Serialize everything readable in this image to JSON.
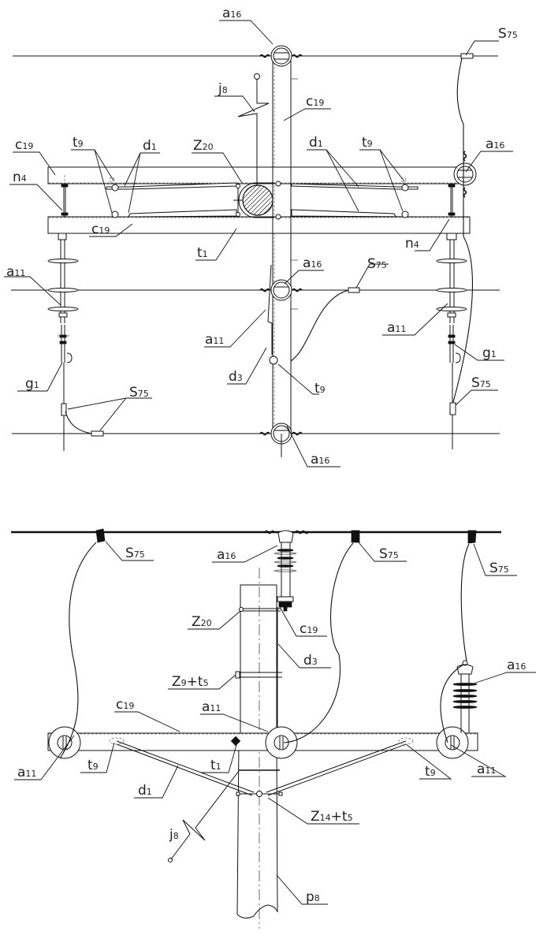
{
  "drawing": {
    "title": "Overhead line pole cross-arm assembly (plan view and elevation view)",
    "colors": {
      "line": "#111111",
      "background": "#ffffff",
      "hatch": "#111111"
    }
  },
  "top_view": {
    "labels": [
      {
        "id": "a16-top",
        "main": "a",
        "sub": "16"
      },
      {
        "id": "s75-top-right",
        "main": "S",
        "sub": "75"
      },
      {
        "id": "j8-top",
        "main": "j",
        "sub": "8"
      },
      {
        "id": "c19-pole",
        "main": "c",
        "sub": "19"
      },
      {
        "id": "c19-upper-arm",
        "main": "c",
        "sub": "19"
      },
      {
        "id": "t9-left",
        "main": "t",
        "sub": "9"
      },
      {
        "id": "d1-left",
        "main": "d",
        "sub": "1"
      },
      {
        "id": "z20",
        "main": "Z",
        "sub": "20"
      },
      {
        "id": "d1-right",
        "main": "d",
        "sub": "1"
      },
      {
        "id": "t9-right",
        "main": "t",
        "sub": "9"
      },
      {
        "id": "a16-right",
        "main": "a",
        "sub": "16"
      },
      {
        "id": "n4-left",
        "main": "n",
        "sub": "4"
      },
      {
        "id": "n4-right",
        "main": "n",
        "sub": "4"
      },
      {
        "id": "c19-lower-arm",
        "main": "c",
        "sub": "19"
      },
      {
        "id": "t1",
        "main": "t",
        "sub": "1"
      },
      {
        "id": "a16-middle",
        "main": "a",
        "sub": "16"
      },
      {
        "id": "s75-middle",
        "main": "S",
        "sub": "75"
      },
      {
        "id": "a11-left",
        "main": "a",
        "sub": "11"
      },
      {
        "id": "a11-center",
        "main": "a",
        "sub": "11"
      },
      {
        "id": "a11-right",
        "main": "a",
        "sub": "11"
      },
      {
        "id": "g1-left",
        "main": "g",
        "sub": "1"
      },
      {
        "id": "g1-right",
        "main": "g",
        "sub": "1"
      },
      {
        "id": "d3-top",
        "main": "d",
        "sub": "3"
      },
      {
        "id": "t9-center",
        "main": "t",
        "sub": "9"
      },
      {
        "id": "s75-left",
        "main": "S",
        "sub": "75"
      },
      {
        "id": "s75-right-lower",
        "main": "S",
        "sub": "75"
      },
      {
        "id": "a16-bottom",
        "main": "a",
        "sub": "16"
      }
    ]
  },
  "bottom_view": {
    "labels": [
      {
        "id": "s75-b-left",
        "main": "S",
        "sub": "75"
      },
      {
        "id": "a16-b-center",
        "main": "a",
        "sub": "16"
      },
      {
        "id": "s75-b-mid",
        "main": "S",
        "sub": "75"
      },
      {
        "id": "s75-b-right",
        "main": "S",
        "sub": "75"
      },
      {
        "id": "z20-b",
        "main": "Z",
        "sub": "20"
      },
      {
        "id": "c19-b-bracket",
        "main": "c",
        "sub": "19"
      },
      {
        "id": "d3-b",
        "main": "d",
        "sub": "3"
      },
      {
        "id": "z9t5",
        "main": "Z",
        "sub": "9",
        "suffix_main": "+t",
        "suffix_sub": "5"
      },
      {
        "id": "a16-b-right",
        "main": "a",
        "sub": "16"
      },
      {
        "id": "c19-b-arm",
        "main": "c",
        "sub": "19"
      },
      {
        "id": "a11-b-center",
        "main": "a",
        "sub": "11"
      },
      {
        "id": "a11-b-left",
        "main": "a",
        "sub": "11"
      },
      {
        "id": "t9-b-left",
        "main": "t",
        "sub": "9"
      },
      {
        "id": "t1-b",
        "main": "t",
        "sub": "1"
      },
      {
        "id": "t9-b-right",
        "main": "t",
        "sub": "9"
      },
      {
        "id": "a11-b-right",
        "main": "a",
        "sub": "11"
      },
      {
        "id": "d1-b",
        "main": "d",
        "sub": "1"
      },
      {
        "id": "z14t5",
        "main": "Z",
        "sub": "14",
        "suffix_main": "+t",
        "suffix_sub": "5"
      },
      {
        "id": "j8-b",
        "main": "j",
        "sub": "8"
      },
      {
        "id": "p8",
        "main": "p",
        "sub": "8"
      }
    ]
  }
}
